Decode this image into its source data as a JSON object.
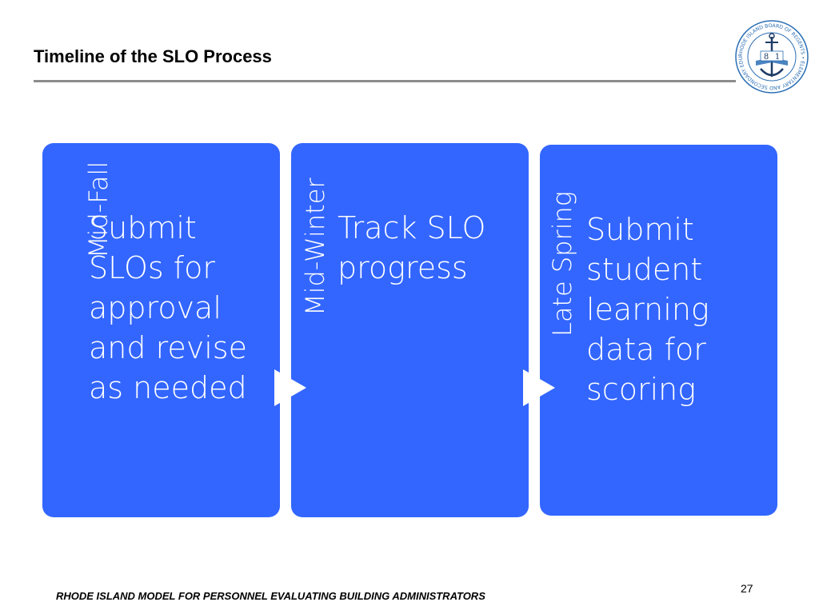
{
  "slide": {
    "title": "Timeline of the SLO Process",
    "footer": "RHODE ISLAND MODEL FOR PERSONNEL EVALUATING BUILDING ADMINISTRATORS",
    "page_number": "27"
  },
  "logo": {
    "seal_text": "RHODE ISLAND BOARD OF REGENTS • ELEMENTARY AND SECONDARY EDUCATION",
    "left_digit": "8",
    "right_digit": "1"
  },
  "timeline": {
    "stages": [
      {
        "season": "Mid-Fall",
        "task": "Submit SLOs for approval and revise as needed"
      },
      {
        "season": "Mid-Winter",
        "task": "Track SLO progress"
      },
      {
        "season": "Late Spring",
        "task": "Submit student learning data for scoring"
      }
    ]
  },
  "colors": {
    "card_fill": "#3366ff",
    "card_text": "#ffffff",
    "rule": "#8c8c8c",
    "seal_blue": "#2b6fb5"
  }
}
